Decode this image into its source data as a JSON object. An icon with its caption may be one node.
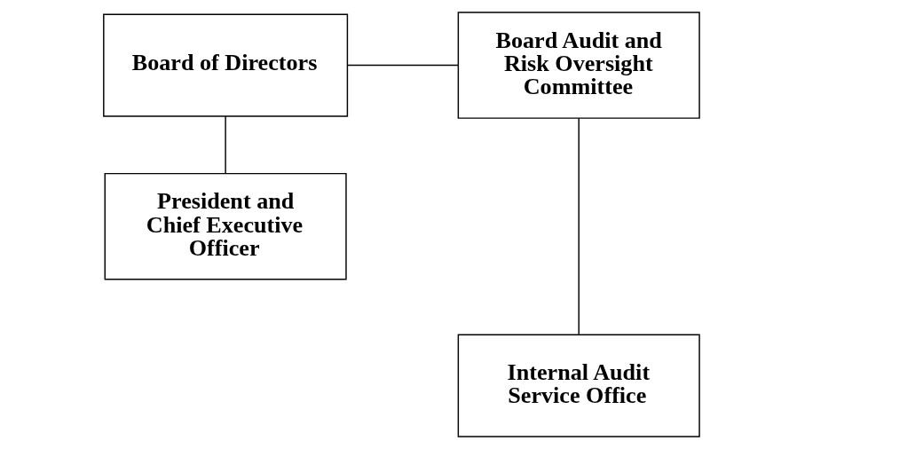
{
  "diagram": {
    "nodes": [
      {
        "text": [
          "Board of Directors"
        ]
      },
      {
        "text": [
          "Board Audit and Risk Oversight Committee"
        ]
      },
      {
        "text": [
          "President and Chief Executive Officer"
        ]
      },
      {
        "text": [
          "Internal Audit Service Office"
        ]
      }
    ],
    "edges": [
      {
        "from": 0,
        "to": 1,
        "arrow": "none"
      },
      {
        "from": 0,
        "to": 2,
        "arrow": "none"
      },
      {
        "from": 1,
        "to": 3,
        "arrow": "none"
      }
    ]
  }
}
